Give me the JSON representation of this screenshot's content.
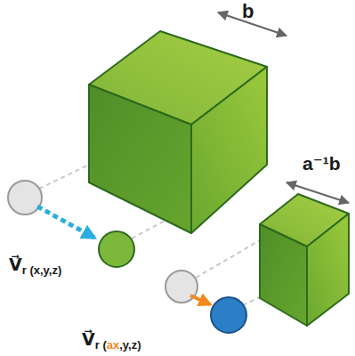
{
  "diagram": {
    "labels": [
      "b",
      "a⁻¹b",
      "V⃗",
      "r (x,y,z)",
      "V⃗",
      "r (",
      "ax",
      ",y,z)"
    ]
  }
}
